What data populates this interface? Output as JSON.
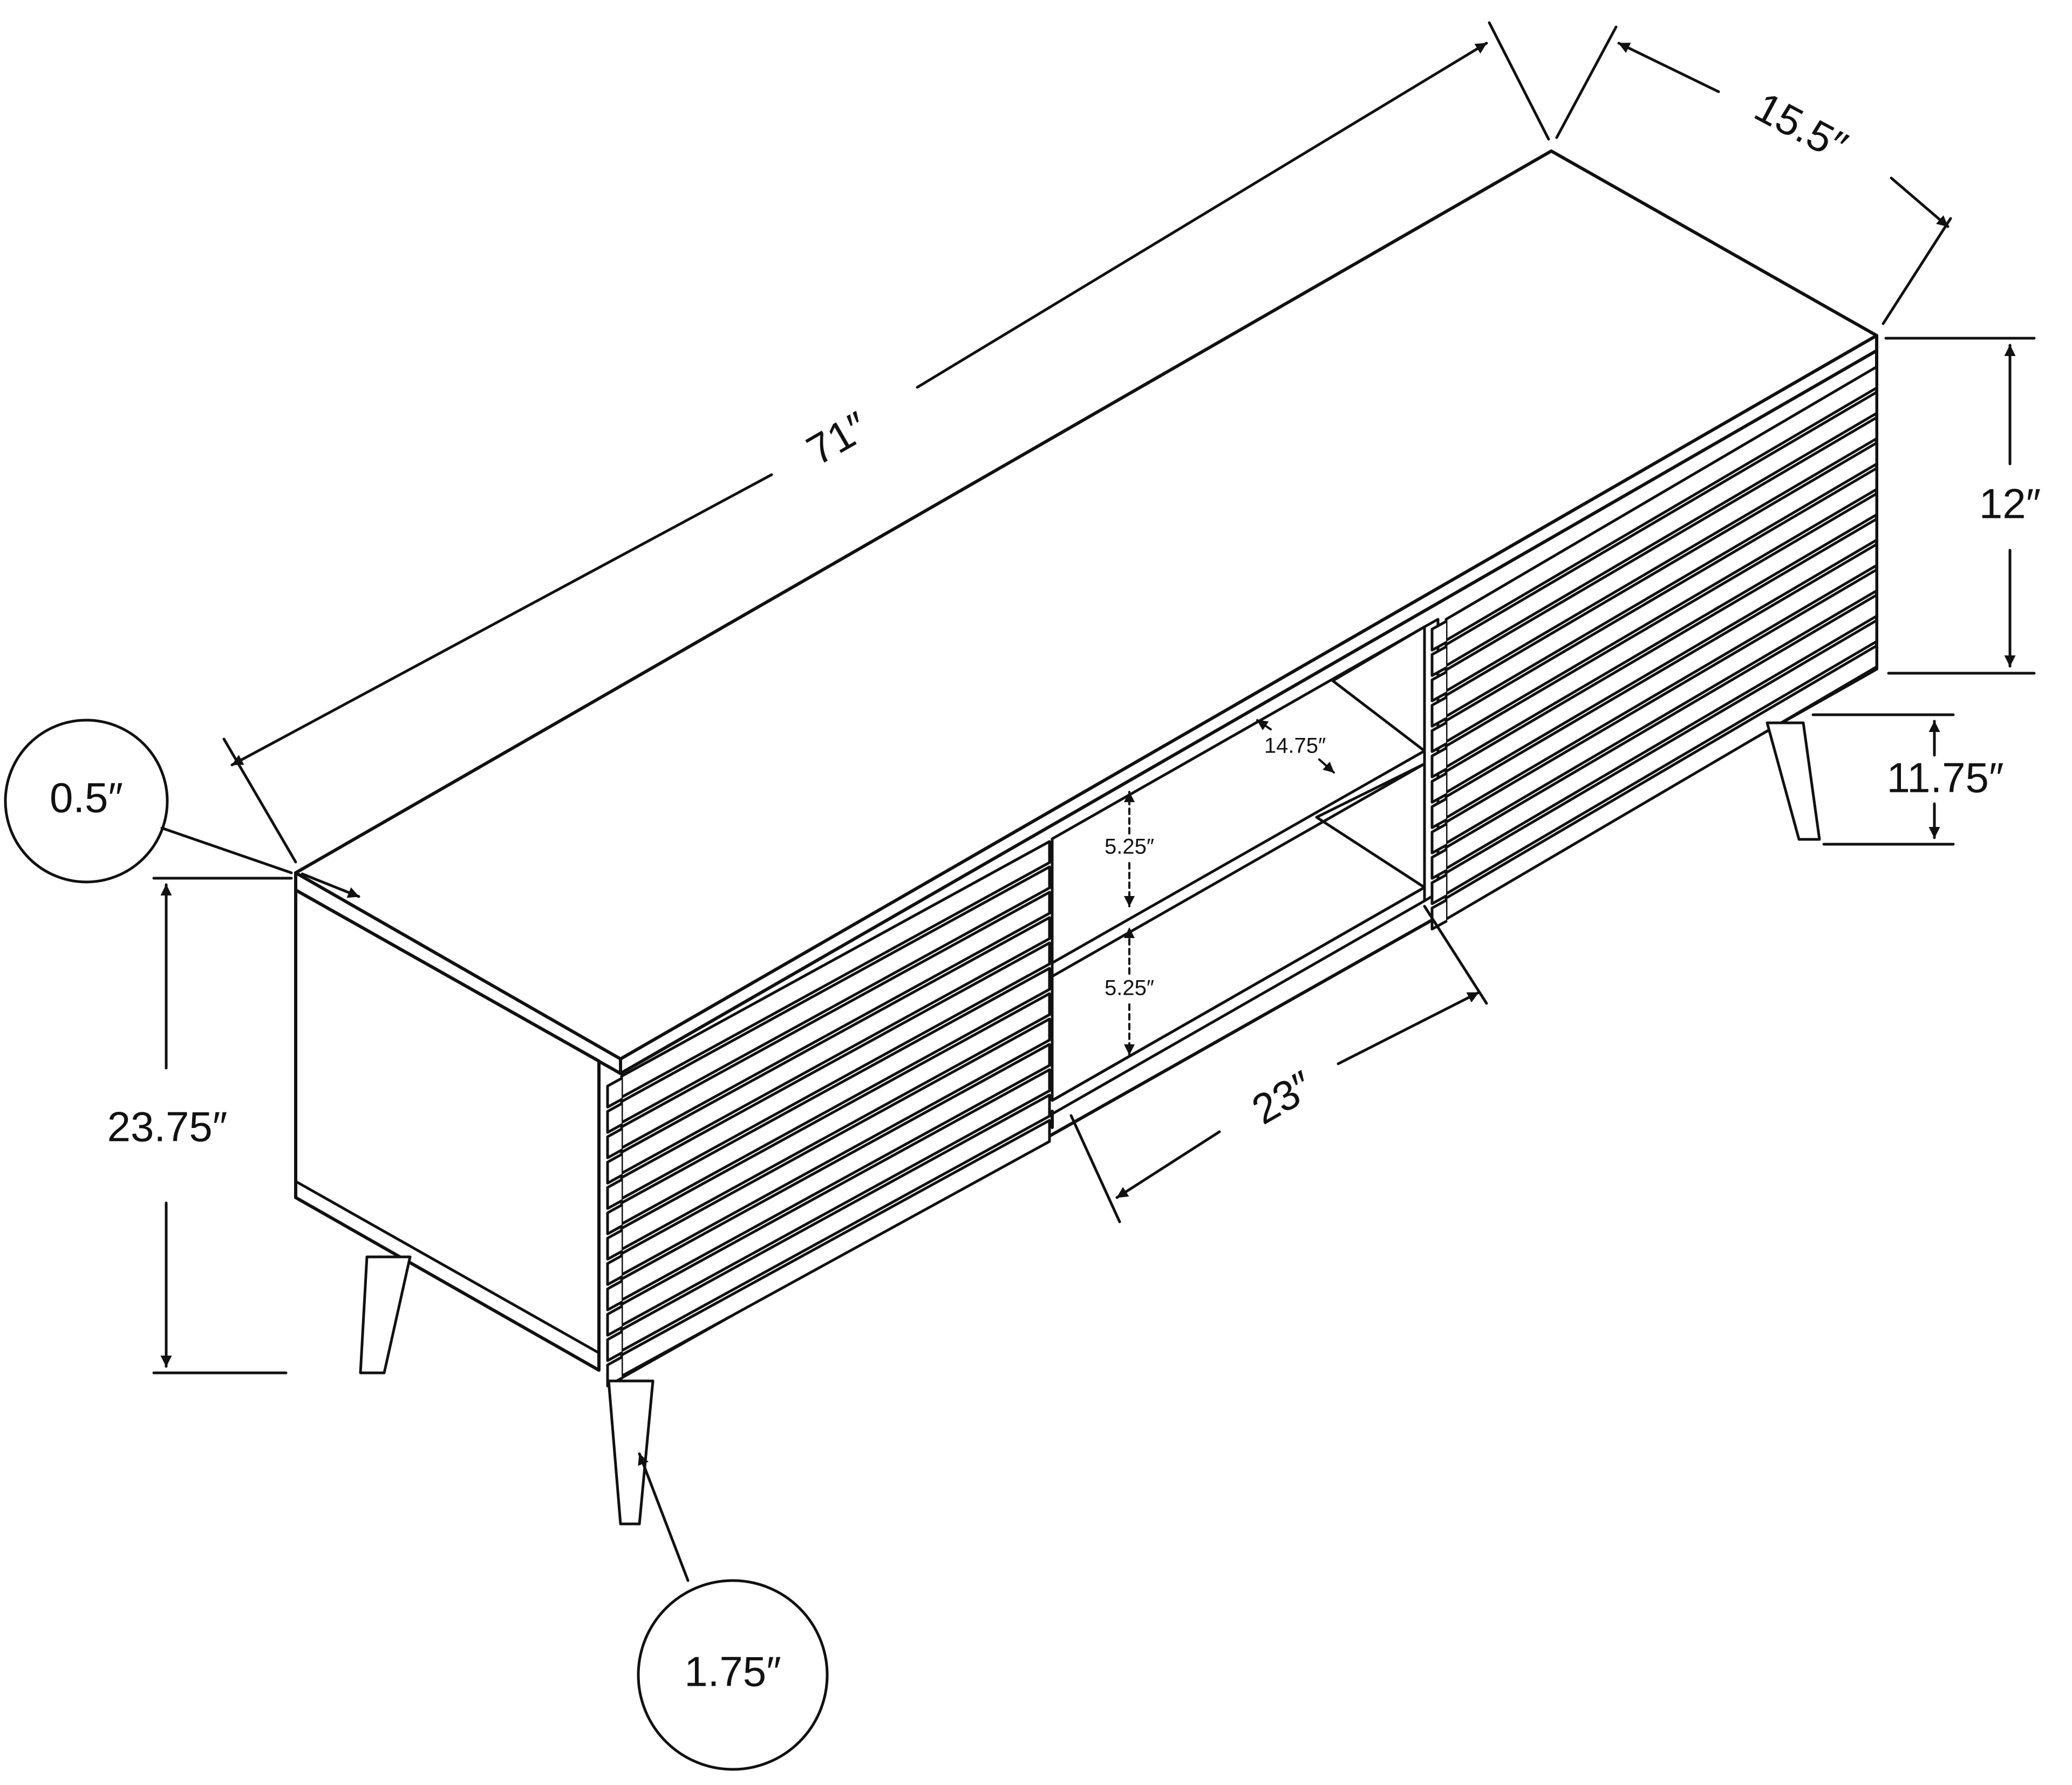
{
  "labels": {
    "width": "71″",
    "depth": "15.5″",
    "right_section_height": "12″",
    "leg_clearance": "11.75″",
    "top_thickness": "0.5″",
    "total_height": "23.75″",
    "leg_diameter": "1.75″",
    "open_shelf_width": "23″",
    "open_shelf_depth": "14.75″",
    "upper_shelf_height": "5.25″",
    "lower_shelf_height": "5.25″"
  },
  "colors": {
    "line": "#111111",
    "background": "#ffffff"
  }
}
